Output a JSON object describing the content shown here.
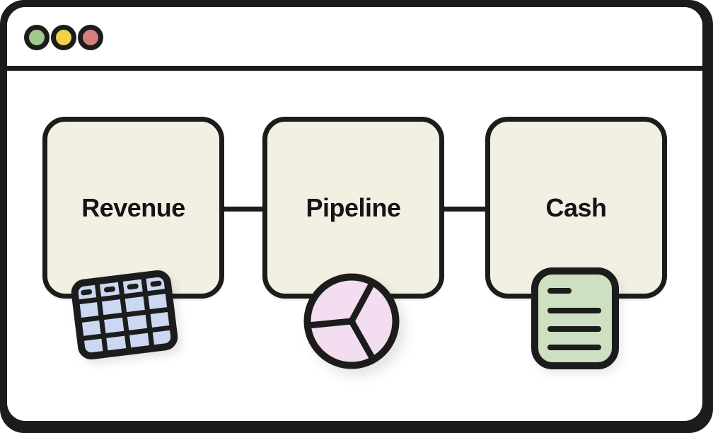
{
  "window": {
    "traffic_lights": [
      {
        "name": "green-light",
        "color": "#a2c98c"
      },
      {
        "name": "yellow-light",
        "color": "#f1d24a"
      },
      {
        "name": "red-light",
        "color": "#d57f80"
      }
    ]
  },
  "diagram": {
    "nodes": [
      {
        "id": "revenue",
        "label": "Revenue",
        "icon": "table-grid-icon"
      },
      {
        "id": "pipeline",
        "label": "Pipeline",
        "icon": "pie-chart-icon"
      },
      {
        "id": "cash",
        "label": "Cash",
        "icon": "document-lines-icon"
      }
    ],
    "connections": [
      {
        "from": "revenue",
        "to": "pipeline"
      },
      {
        "from": "pipeline",
        "to": "cash"
      }
    ]
  },
  "colors": {
    "outline": "#1c1c1c",
    "window_bg": "#ffffff",
    "card_fill": "#f2efe3",
    "table_icon_fill": "#ccd7f1",
    "pie_icon_fill": "#f2def0",
    "doc_icon_fill": "#cfdfc2"
  }
}
